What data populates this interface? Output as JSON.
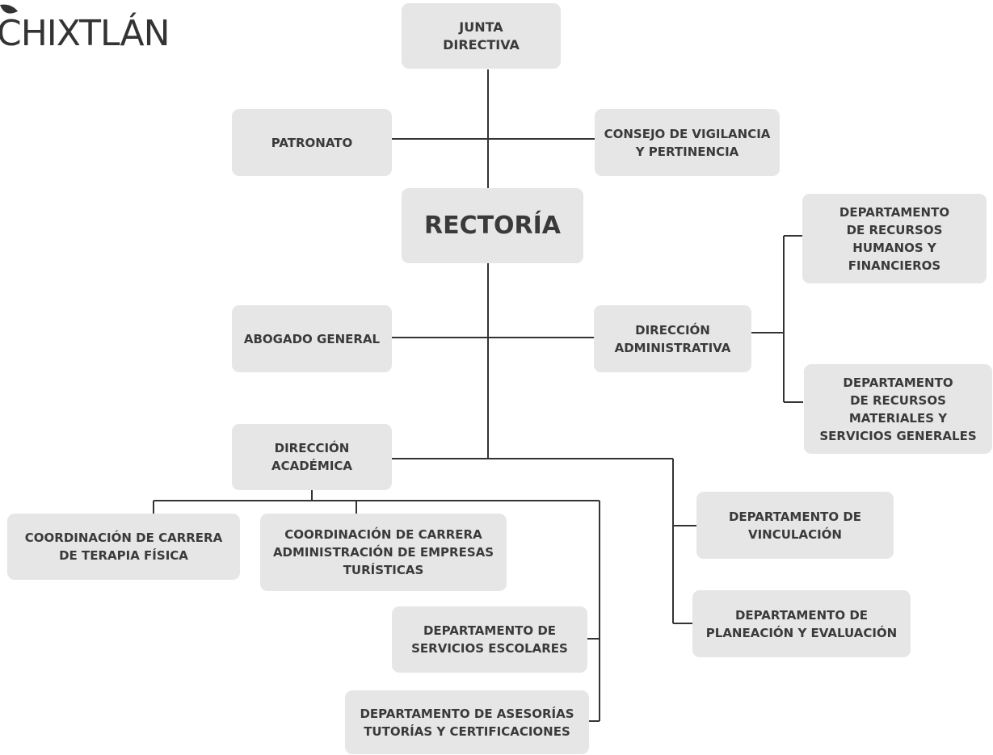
{
  "logo": {
    "text": "CHIXTLÁN"
  },
  "nodes": {
    "junta": "JUNTA\nDIRECTIVA",
    "patronato": "PATRONATO",
    "consejo": "CONSEJO DE VIGILANCIA\nY PERTINENCIA",
    "rectoria": "RECTORÍA",
    "rh": "DEPARTAMENTO\nDE RECURSOS\nHUMANOS Y\nFINANCIEROS",
    "abogado": "ABOGADO GENERAL",
    "dir_admin": "DIRECCIÓN\nADMINISTRATIVA",
    "rm": "DEPARTAMENTO\nDE RECURSOS\nMATERIALES Y\nSERVICIOS GENERALES",
    "dir_acad": "DIRECCIÓN\nACADÉMICA",
    "coord_tf": "COORDINACIÓN DE CARRERA\nDE TERAPIA FÍSICA",
    "coord_aet": "COORDINACIÓN DE CARRERA\nADMINISTRACIÓN DE EMPRESAS\nTURÍSTICAS",
    "vinculacion": "DEPARTAMENTO DE\nVINCULACIÓN",
    "planeacion": "DEPARTAMENTO DE\nPLANEACIÓN Y EVALUACIÓN",
    "serv_esc": "DEPARTAMENTO DE\nSERVICIOS ESCOLARES",
    "asesorias": "DEPARTAMENTO DE ASESORÍAS\nTUTORÍAS Y CERTIFICACIONES"
  },
  "colors": {
    "box": "#e6e6e6",
    "text": "#3a3a3a",
    "line": "#333333"
  }
}
